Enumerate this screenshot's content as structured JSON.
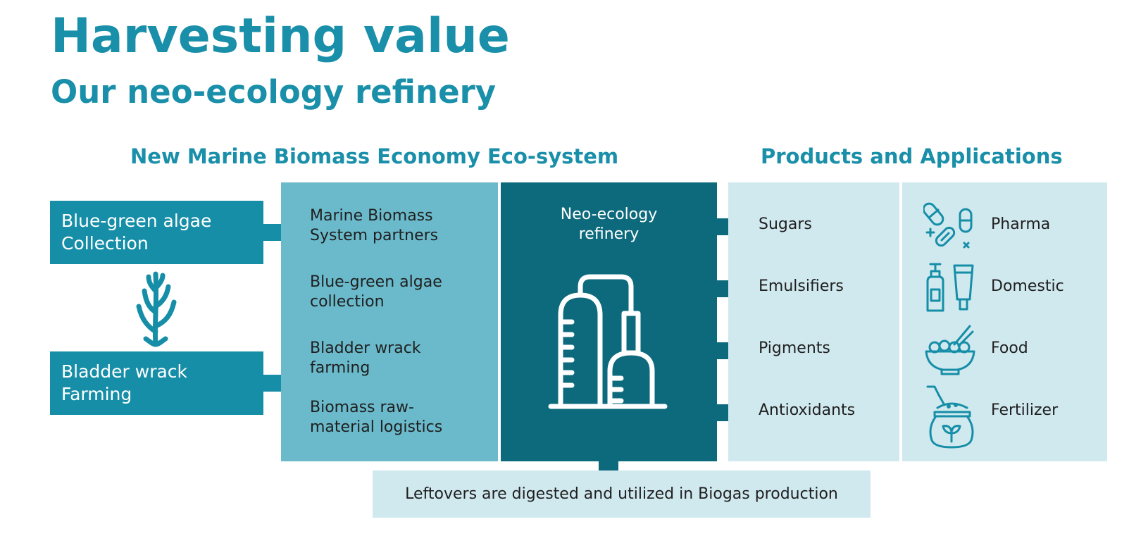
{
  "title": "Harvesting value",
  "subtitle": "Our neo-ecology refinery",
  "sections": {
    "ecosystem": "New Marine Biomass Economy Eco-system",
    "products": "Products and Applications"
  },
  "sources": [
    {
      "line1": "Blue-green algae",
      "line2": "Collection"
    },
    {
      "line1": "Bladder wrack",
      "line2": "Farming"
    }
  ],
  "partners": [
    {
      "line1": "Marine Biomass",
      "line2": "System partners"
    },
    {
      "line1": "Blue-green algae",
      "line2": "collection"
    },
    {
      "line1": "Bladder wrack",
      "line2": "farming"
    },
    {
      "line1": "Biomass raw-",
      "line2": "material logistics"
    }
  ],
  "refinery": {
    "line1": "Neo-ecology",
    "line2": "refinery",
    "icon": "refinery-icon"
  },
  "products": [
    "Sugars",
    "Emulsifiers",
    "Pigments",
    "Antioxidants"
  ],
  "applications": [
    {
      "label": "Pharma",
      "icon": "pills-icon"
    },
    {
      "label": "Domestic",
      "icon": "bottles-icon"
    },
    {
      "label": "Food",
      "icon": "noodle-bowl-icon"
    },
    {
      "label": "Fertilizer",
      "icon": "fertilizer-bag-icon"
    }
  ],
  "leftovers": "Leftovers are digested and utilized in Biogas production",
  "colors": {
    "primary": "#1a8fa9",
    "source_box": "#168ea7",
    "partners_panel": "#6bbacb",
    "refinery_panel": "#0d6a7c",
    "products_panel": "#d0e9ef"
  }
}
